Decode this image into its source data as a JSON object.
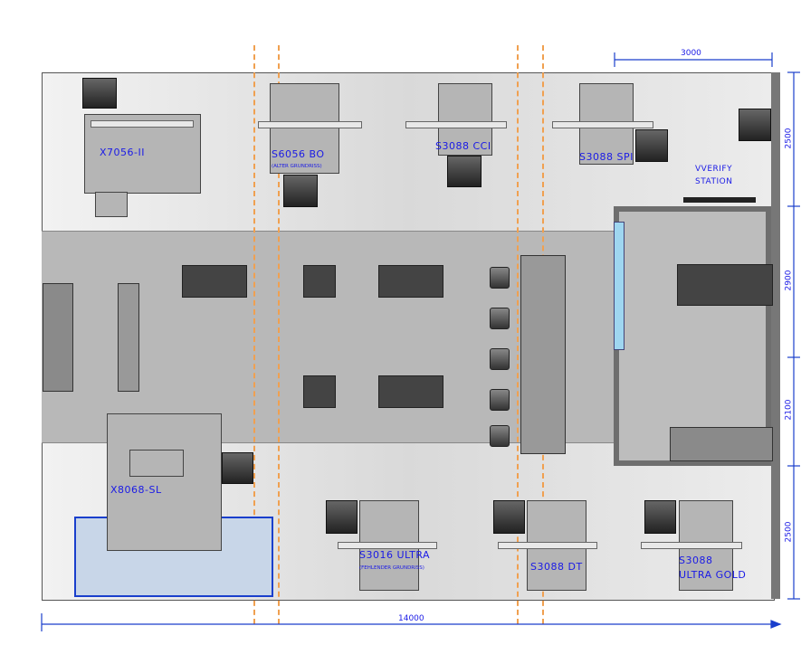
{
  "machines": [
    {
      "label": "X7056-II"
    },
    {
      "label": "S6056 BO",
      "note": "(ALTER GRUNDRISS)"
    },
    {
      "label": "S3088 CCI"
    },
    {
      "label": "S3088 SPI"
    },
    {
      "label": "X8068-SL"
    },
    {
      "label": "S3016 ULTRA",
      "note": "(FEHLENDER GRUNDRISS)"
    },
    {
      "label": "S3088 DT"
    },
    {
      "label": "S3088",
      "label2": "ULTRA GOLD"
    }
  ],
  "station": {
    "line1": "VVERIFY",
    "line2": "STATION"
  },
  "dimensions": {
    "top": "3000",
    "bottom": "14000",
    "right": [
      "2500",
      "2900",
      "2100",
      "2500"
    ]
  }
}
